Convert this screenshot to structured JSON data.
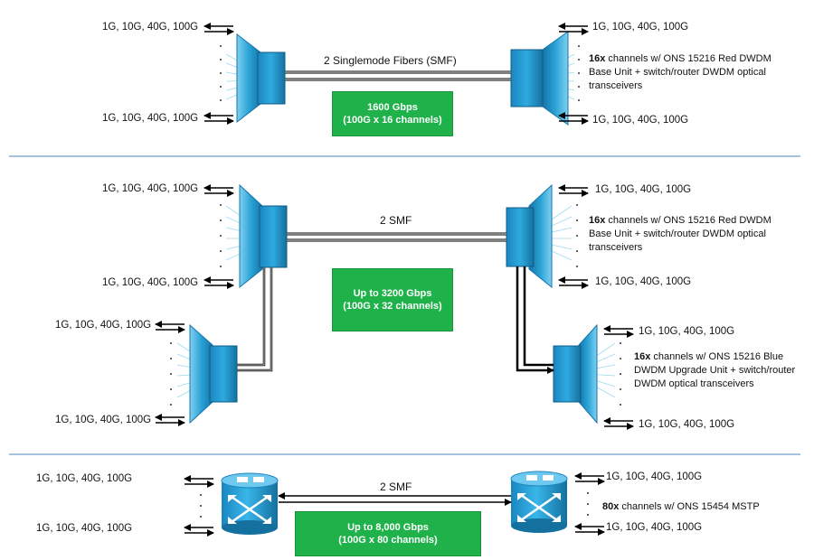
{
  "rates": "1G, 10G, 40G, 100G",
  "section1": {
    "link_label": "2 Singlemode Fibers (SMF)",
    "capacity_line1": "1600 Gbps",
    "capacity_line2": "(100G x 16 channels)",
    "desc_bold": "16x",
    "desc_rest": " channels w/ ONS 15216 Red DWDM Base Unit + switch/router DWDM optical transceivers"
  },
  "section2": {
    "link_label": "2 SMF",
    "capacity_line1": "Up to 3200 Gbps",
    "capacity_line2": "(100G x 32 channels)",
    "desc_red_bold": "16x",
    "desc_red_rest": " channels w/ ONS 15216 Red DWDM Base Unit + switch/router DWDM optical transceivers",
    "desc_blue_bold": "16x",
    "desc_blue_rest": " channels w/ ONS 15216 Blue DWDM Upgrade Unit + switch/router DWDM optical transceivers"
  },
  "section3": {
    "link_label": "2 SMF",
    "capacity_line1": "Up to 8,000 Gbps",
    "capacity_line2": "(100G x 80 channels)",
    "desc_bold": "80x",
    "desc_rest": " channels w/ ONS 15454 MSTP"
  },
  "colors": {
    "device": "#2aa3d6",
    "device_dark": "#1574a8",
    "capacity_box": "#1fb24a",
    "divider": "#4f81bd"
  }
}
